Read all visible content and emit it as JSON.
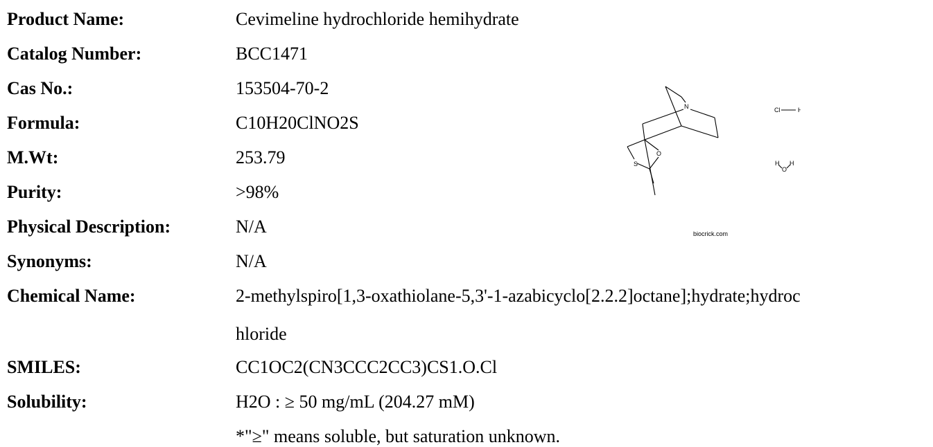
{
  "fields": {
    "product_name": {
      "label": "Product Name:",
      "value": "Cevimeline hydrochloride hemihydrate"
    },
    "catalog_number": {
      "label": "Catalog Number:",
      "value": "BCC1471"
    },
    "cas_no": {
      "label": "Cas No.:",
      "value": "153504-70-2"
    },
    "formula": {
      "label": "Formula:",
      "value": "C10H20ClNO2S"
    },
    "mwt": {
      "label": "M.Wt:",
      "value": "253.79"
    },
    "purity": {
      "label": "Purity:",
      "value": ">98%"
    },
    "physical_description": {
      "label": "Physical Description:",
      "value": "N/A"
    },
    "synonyms": {
      "label": "Synonyms:",
      "value": "N/A"
    },
    "chemical_name": {
      "label": "Chemical Name:",
      "value": "2-methylspiro[1,3-oxathiolane-5,3'-1-azabicyclo[2.2.2]octane];hydrate;hydroc",
      "value_line2": "hloride"
    },
    "smiles": {
      "label": "SMILES:",
      "value": "CC1OC2(CN3CCC2CC3)CS1.O.Cl"
    },
    "solubility": {
      "label": "Solubility:",
      "value": "H2O : ≥ 50 mg/mL (204.27 mM)",
      "note": "*\"≥\" means soluble, but saturation unknown."
    }
  },
  "structure": {
    "atoms": {
      "n": "N",
      "o": "O",
      "s": "S",
      "cl": "Cl",
      "h1": "H",
      "h2": "H",
      "h3": "H",
      "ow": "O"
    },
    "watermark": "biocrick.com"
  }
}
